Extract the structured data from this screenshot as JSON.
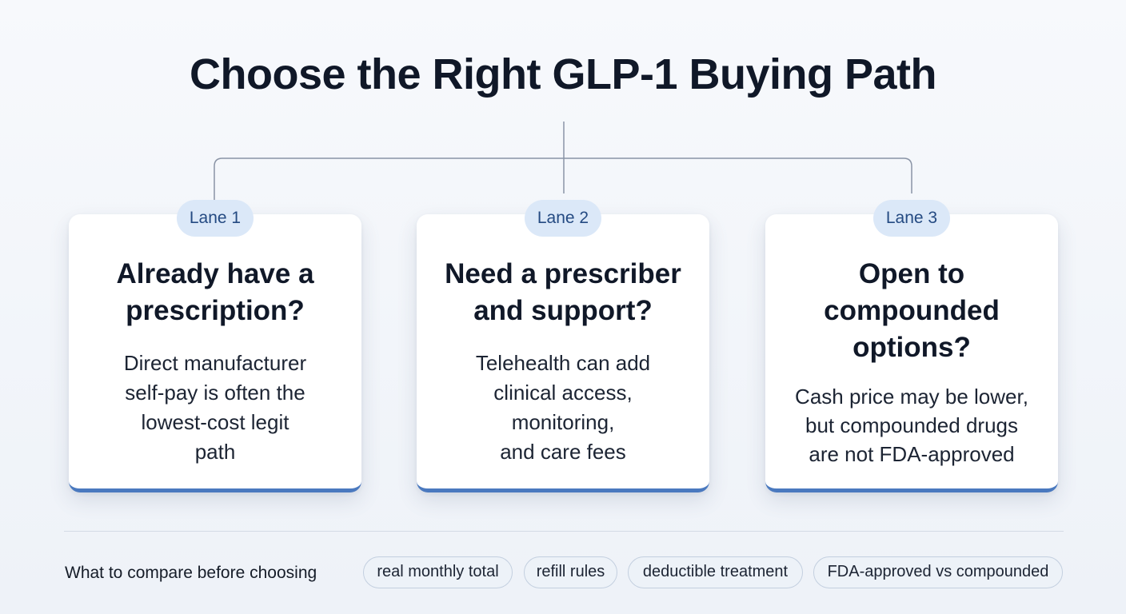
{
  "title": "Choose the Right GLP-1 Buying Path",
  "lanes": [
    {
      "badge": "Lane 1",
      "heading_lines": [
        "Already have a",
        "prescription?"
      ],
      "body_lines": [
        "Direct manufacturer",
        "self-pay is often the",
        "lowest-cost legit",
        "path"
      ]
    },
    {
      "badge": "Lane 2",
      "heading_lines": [
        "Need a prescriber",
        "and support?"
      ],
      "body_lines": [
        "Telehealth can add",
        "clinical access,",
        "monitoring,",
        "and care fees"
      ]
    },
    {
      "badge": "Lane 3",
      "heading_lines": [
        "Open to",
        "compounded",
        "options?"
      ],
      "body_lines": [
        "Cash price may be lower,",
        "but compounded drugs",
        "are not FDA-approved"
      ]
    }
  ],
  "compare": {
    "label": "What to compare before choosing",
    "pills": [
      "real monthly total",
      "refill rules",
      "deductible treatment",
      "FDA-approved vs compounded"
    ]
  },
  "colors": {
    "accent": "#4a79bf",
    "badge_bg": "#dbe8f8",
    "badge_text": "#244a82",
    "connector": "#8a94a6"
  }
}
